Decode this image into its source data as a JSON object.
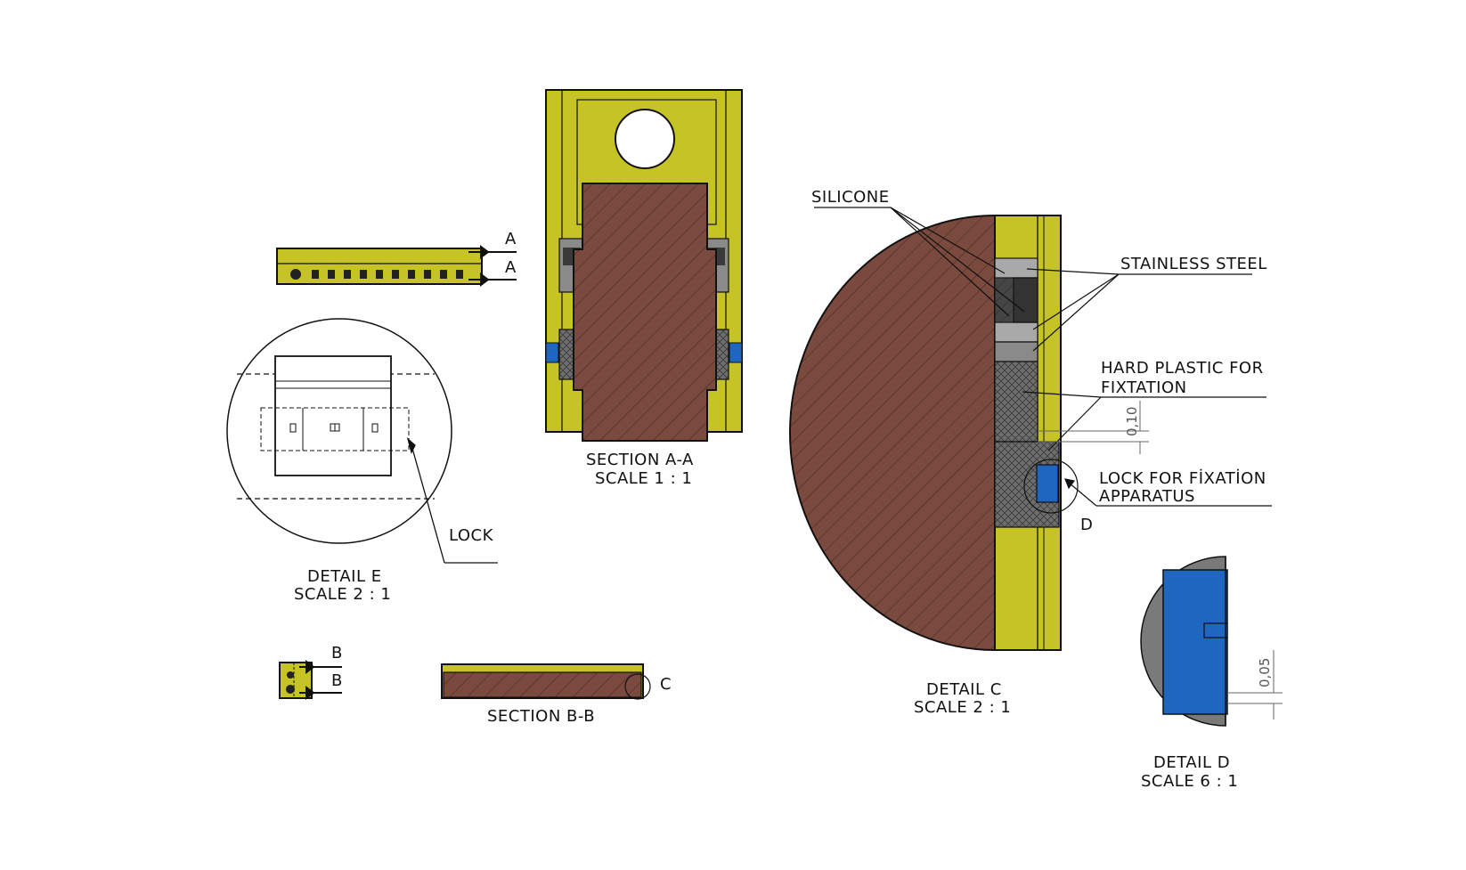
{
  "colors": {
    "yellow": "#c5c326",
    "yellow_dark": "#8a8a10",
    "copper": "#7b4a3e",
    "blue": "#1f66c1",
    "grey_dark": "#6b6b6b",
    "grey_mid": "#9a9a9a",
    "grey_light": "#c9c9c9",
    "ink": "#111111"
  },
  "labels": {
    "section_marker_a": "A",
    "section_marker_b": "B",
    "detail_marker_c": "C",
    "detail_marker_d": "D",
    "section_aa_title": "SECTION A-A",
    "section_aa_scale": "SCALE 1 : 1",
    "section_bb_title": "SECTION B-B",
    "detail_e_title": "DETAIL E",
    "detail_e_scale": "SCALE 2 : 1",
    "detail_c_title": "DETAIL C",
    "detail_c_scale": "SCALE 2 : 1",
    "detail_d_title": "DETAIL D",
    "detail_d_scale": "SCALE 6 : 1",
    "callout_lock": "LOCK",
    "callout_silicone": "SILICONE",
    "callout_stainless": "STAINLESS STEEL",
    "callout_hard_plastic_1": "HARD PLASTIC FOR",
    "callout_hard_plastic_2": "FIXTATION",
    "callout_lock_fix_1": "LOCK FOR FİXATİON",
    "callout_lock_fix_2": "APPARATUS",
    "dim_010": "0,10",
    "dim_005": "0,05"
  }
}
